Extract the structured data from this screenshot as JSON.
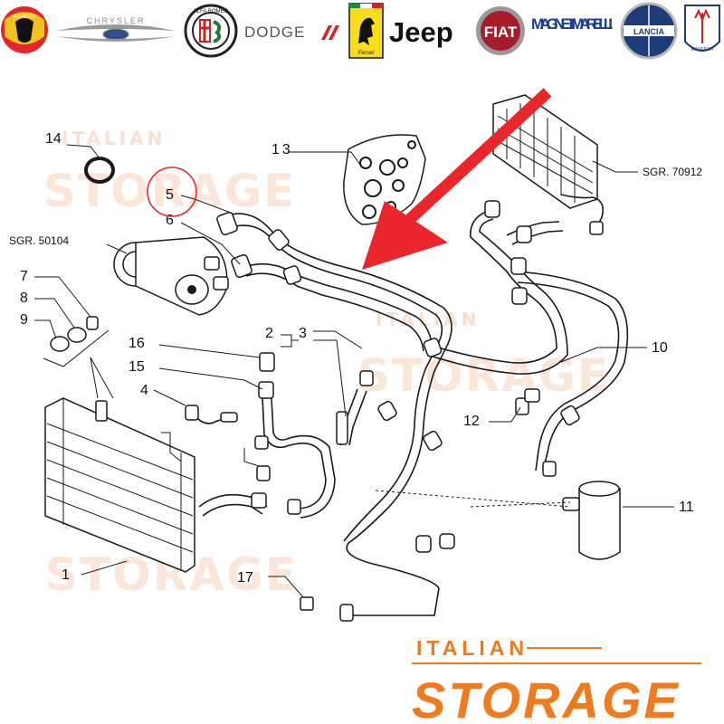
{
  "brand_logos": [
    {
      "name": "ABARTH",
      "icon": "abarth-logo-icon"
    },
    {
      "name": "CHRYSLER",
      "icon": "chrysler-logo-icon"
    },
    {
      "name": "ALFA ROMEO",
      "icon": "alfa-romeo-logo-icon"
    },
    {
      "name": "DODGE",
      "icon": "dodge-logo-icon"
    },
    {
      "name": "Ferrari",
      "icon": "ferrari-logo-icon"
    },
    {
      "name": "Jeep",
      "icon": "jeep-logo-icon"
    },
    {
      "name": "FIAT",
      "icon": "fiat-logo-icon"
    },
    {
      "name": "MAGNETI MARELLI",
      "icon": "magneti-marelli-logo-icon"
    },
    {
      "name": "LANCIA",
      "icon": "lancia-logo-icon"
    },
    {
      "name": "MASERATI",
      "icon": "maserati-logo-icon"
    }
  ],
  "watermark": {
    "line1": "ITALIAN",
    "line2": "STORAGE"
  },
  "footer_logo": {
    "line1": "ITALIAN",
    "line2": "STORAGE",
    "color": "#f07a1e"
  },
  "highlight": {
    "circled_part": "5",
    "circle_color": "#e8262b",
    "arrow_color": "#e8262b"
  },
  "diagram": {
    "callouts": [
      "1",
      "2",
      "3",
      "4",
      "5",
      "6",
      "7",
      "8",
      "9",
      "10",
      "11",
      "12",
      "13",
      "14",
      "15",
      "16",
      "17"
    ],
    "references": {
      "compressor": "SGR. 50104",
      "evaporator": "SGR. 70912"
    }
  }
}
